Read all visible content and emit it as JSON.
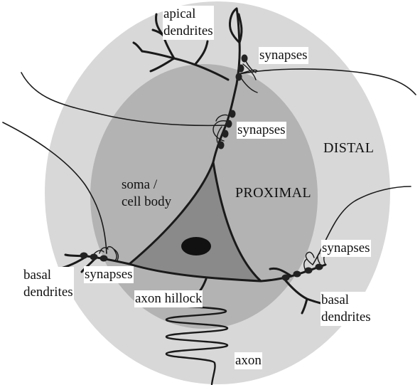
{
  "colors": {
    "outer_region": "#d8d8d8",
    "inner_region": "#b3b3b3",
    "soma_fill": "#8a8a8a",
    "nucleus": "#111111",
    "stroke": "#1a1a1a"
  },
  "regions": {
    "outer": "DISTAL",
    "inner": "PROXIMAL"
  },
  "labels": {
    "apical_dendrites": "apical\ndendrites",
    "synapses_top": "synapses",
    "synapses_mid": "synapses",
    "synapses_left": "synapses",
    "synapses_right": "synapses",
    "soma": "soma /\ncell body",
    "basal_left": "basal\ndendrites",
    "basal_right": "basal\ndendrites",
    "axon_hillock": "axon hillock",
    "axon": "axon"
  }
}
